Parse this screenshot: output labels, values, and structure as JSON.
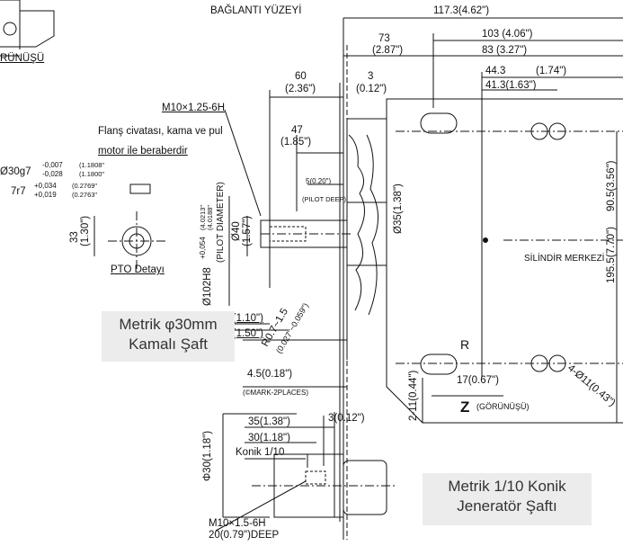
{
  "top": {
    "baglanti": "BAĞLANTI YÜZEYİ",
    "dim_117": "117.3(4.62\")",
    "dim_103": "103 (4.06\")",
    "dim_73": "73",
    "dim_73_in": "(2.87\")",
    "dim_83": "83 (3.27\")",
    "dim_443": "44.3",
    "dim_174": "(1.74\")",
    "dim_413": "41.3(1.63\")",
    "dim_60": "60",
    "dim_60_in": "(2.36\")",
    "dim_3": "3",
    "dim_3_in": "(0.12\")",
    "dim_47": "47",
    "dim_47_in": "(1.85\")",
    "partial_title": "RÜNÜŞÜ"
  },
  "left": {
    "thread_top": "M10×1.25-6H",
    "note_1": "Flanş civatası, kama ve pul",
    "note_2": "motor ile beraberdir",
    "tol_30": "Ø30g7",
    "tol_30_a": "-0,007",
    "tol_30_b": "-0,028",
    "tol_30_c": "(1.1808\"",
    "tol_30_d": "(1.1800\"",
    "tol_7": "7r7",
    "tol_7_a": "+0,034",
    "tol_7_b": "+0,019",
    "tol_7_c": "(0.2769\"",
    "tol_7_d": "(0.2763\"",
    "dim_33": "33",
    "dim_33_in": "(1.30\")",
    "pto": "PTO Detayı",
    "dim_5": "5(0.20\")",
    "pilot_deep": "(PILOT DEEP)",
    "pilot_diam_1": "Ø102H8",
    "pilot_diam_2": "+0,054",
    "pilot_diam_3": "(4.0213\"",
    "pilot_diam_4": "(4.0188\"",
    "pilot_label": "(PILOT DIAMETER)",
    "dim_40": "Ø40",
    "dim_40_in": "(1.57\")",
    "dim_28": "28(1.10\")",
    "dim_38": "38(1.50\")",
    "dim_35": "Ø35(1.38\")",
    "radius_1": "R0.7~1.5",
    "radius_2": "(0.027\"~0.059\")",
    "dim_45": "4.5(0.18\")",
    "mark": "(©MARK-2PLACES)"
  },
  "right": {
    "dim_905": "90.5(3.56\")",
    "dim_1955": "195.5(7.70\")",
    "silindir": "SİLİNDİR MERKEZİ",
    "r_label": "R",
    "hole": "4-Ø11(0.43\")",
    "dim_17": "17(0.67\")",
    "dim_211": "2-11(0.44\")",
    "z_letter": "Z",
    "z_label": "(GÖRÜNÜŞÜ)"
  },
  "bottom": {
    "dim_35b": "35(1.38\")",
    "dim_30b": "30(1.18\")",
    "dim_3b": "3(0.12\")",
    "konik": "Konik 1/10",
    "phi30": "Φ30(1.18\")",
    "thread": "M10×1.5-6H",
    "deep": "20(0.79\")DEEP"
  },
  "boxes": {
    "metric_shaft_1": "Metrik φ30mm",
    "metric_shaft_2": "Kamalı Şaft",
    "conic_1": "Metrik 1/10 Konik",
    "conic_2": "Jeneratör Şaftı"
  }
}
